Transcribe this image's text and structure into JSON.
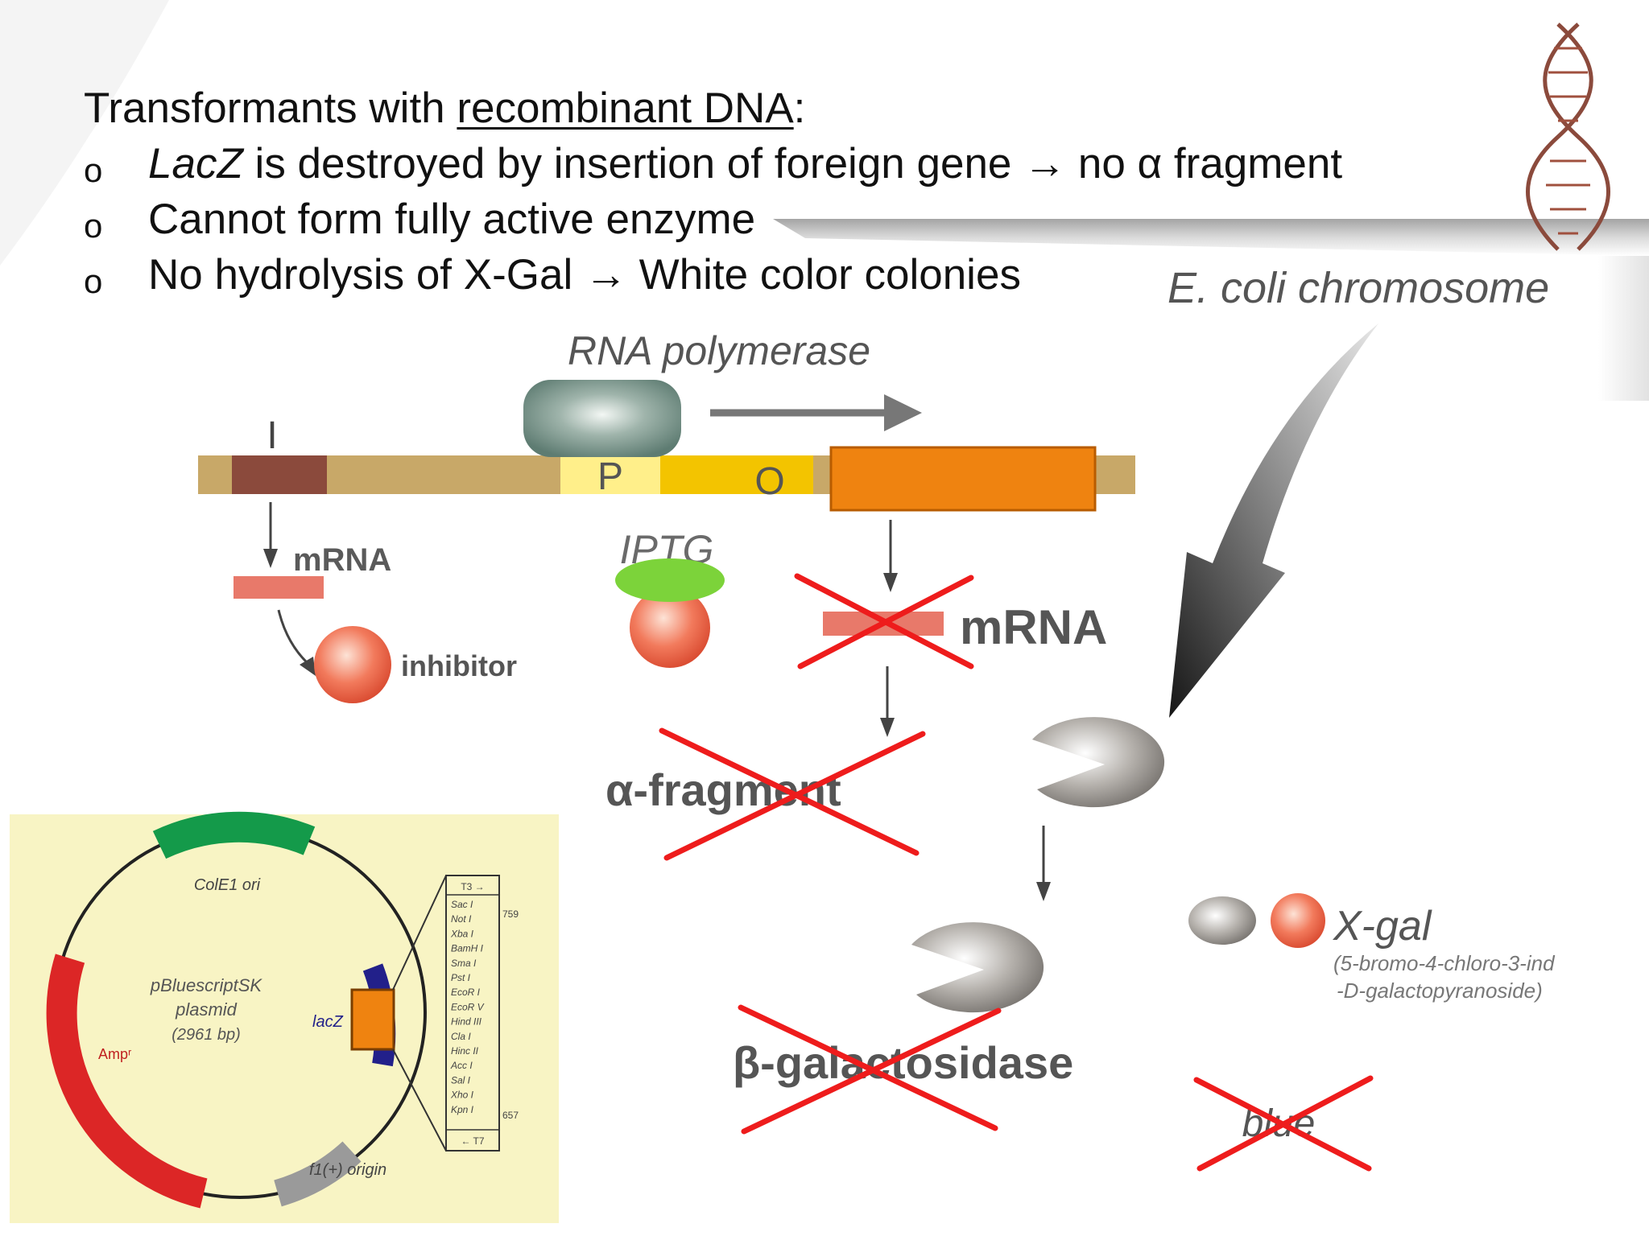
{
  "heading": {
    "prefix": "Transformants with ",
    "underlined": "recombinant DNA",
    "suffix": ":"
  },
  "bullets": [
    {
      "marker": "o",
      "italic": "LacZ",
      "text": " is destroyed by insertion of foreign gene →  no α fragment"
    },
    {
      "marker": "o",
      "italic": "",
      "text": "Cannot form fully active enzyme"
    },
    {
      "marker": "o",
      "italic": "",
      "text": "No hydrolysis of X-Gal → White color colonies"
    }
  ],
  "operon": {
    "rna_polymerase": "RNA polymerase",
    "gene_i": "I",
    "promoter": "P",
    "operator": "O",
    "mrna_left": "mRNA",
    "inhibitor": "inhibitor",
    "iptg": "IPTG",
    "mrna_right": "mRNA",
    "alpha_fragment": "α-fragment",
    "ecoli": "E. coli chromosome",
    "beta_gal": "β-galactosidase",
    "xgal": "X-gal",
    "xgal_chem_line1": "(5-bromo-4-chloro-3-ind",
    "xgal_chem_line2": "-D-galactopyranoside)",
    "blue": "blue"
  },
  "plasmid": {
    "ori": "ColE1 ori",
    "name_line1": "pBluescriptSK",
    "name_line2": "plasmid",
    "name_line3": "(2961 bp)",
    "lacz": "lacZ",
    "amp": "Ampʳ",
    "f1": "f1(+) origin",
    "mcs_top": "T3 →",
    "mcs_bottom": "← T7",
    "mcs_sites": [
      "Sac I",
      "Not I",
      "Xba I",
      "BamH I",
      "Sma I",
      "Pst I",
      "EcoR I",
      "EcoR V",
      "Hind III",
      "Cla I",
      "Hinc II",
      "Acc I",
      "Sal I",
      "Xho I",
      "Kpn I"
    ],
    "pos_top": "759",
    "pos_bottom": "657"
  },
  "colors": {
    "orange_block": "#ef8310",
    "red_cross": "#ee1c1c",
    "chromosome_bar": "#c8a868",
    "gene_i": "#8b4a3c",
    "promoter": "#ffef8a",
    "operator": "#f3c400",
    "mrna_bar": "#e8796a",
    "plasmid_bg": "#f8f4c4",
    "ampr_arc": "#dc2626",
    "ori_arc": "#149a4a",
    "f1_arc": "#9a9a9a",
    "lacz_arc": "#22208a"
  }
}
